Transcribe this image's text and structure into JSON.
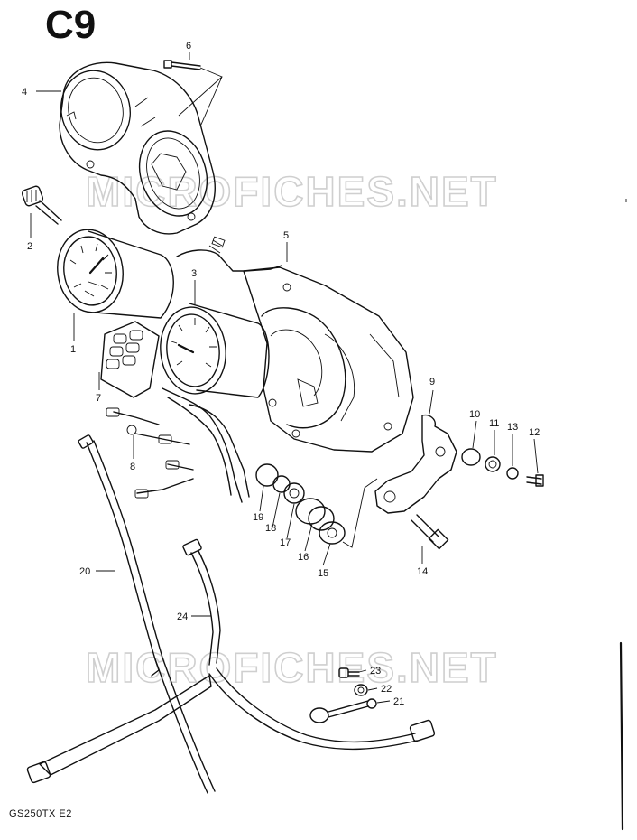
{
  "logo": {
    "text": "C9"
  },
  "watermark": {
    "text": "MICROFICHES.NET"
  },
  "model": {
    "label": "GS250TX E2"
  },
  "callouts": [
    {
      "id": "c1",
      "text": "1"
    },
    {
      "id": "c2",
      "text": "2"
    },
    {
      "id": "c3",
      "text": "3"
    },
    {
      "id": "c4",
      "text": "4"
    },
    {
      "id": "c5",
      "text": "5"
    },
    {
      "id": "c6",
      "text": "6"
    },
    {
      "id": "c7",
      "text": "7"
    },
    {
      "id": "c8",
      "text": "8"
    },
    {
      "id": "c9",
      "text": "9"
    },
    {
      "id": "c10",
      "text": "10"
    },
    {
      "id": "c11",
      "text": "11"
    },
    {
      "id": "c12",
      "text": "12"
    },
    {
      "id": "c13",
      "text": "13"
    },
    {
      "id": "c14",
      "text": "14"
    },
    {
      "id": "c15",
      "text": "15"
    },
    {
      "id": "c16",
      "text": "16"
    },
    {
      "id": "c17",
      "text": "17"
    },
    {
      "id": "c18",
      "text": "18"
    },
    {
      "id": "c19",
      "text": "19"
    },
    {
      "id": "c20",
      "text": "20"
    },
    {
      "id": "c21",
      "text": "21"
    },
    {
      "id": "c22",
      "text": "22"
    },
    {
      "id": "c23",
      "text": "23"
    },
    {
      "id": "c24",
      "text": "24"
    }
  ]
}
